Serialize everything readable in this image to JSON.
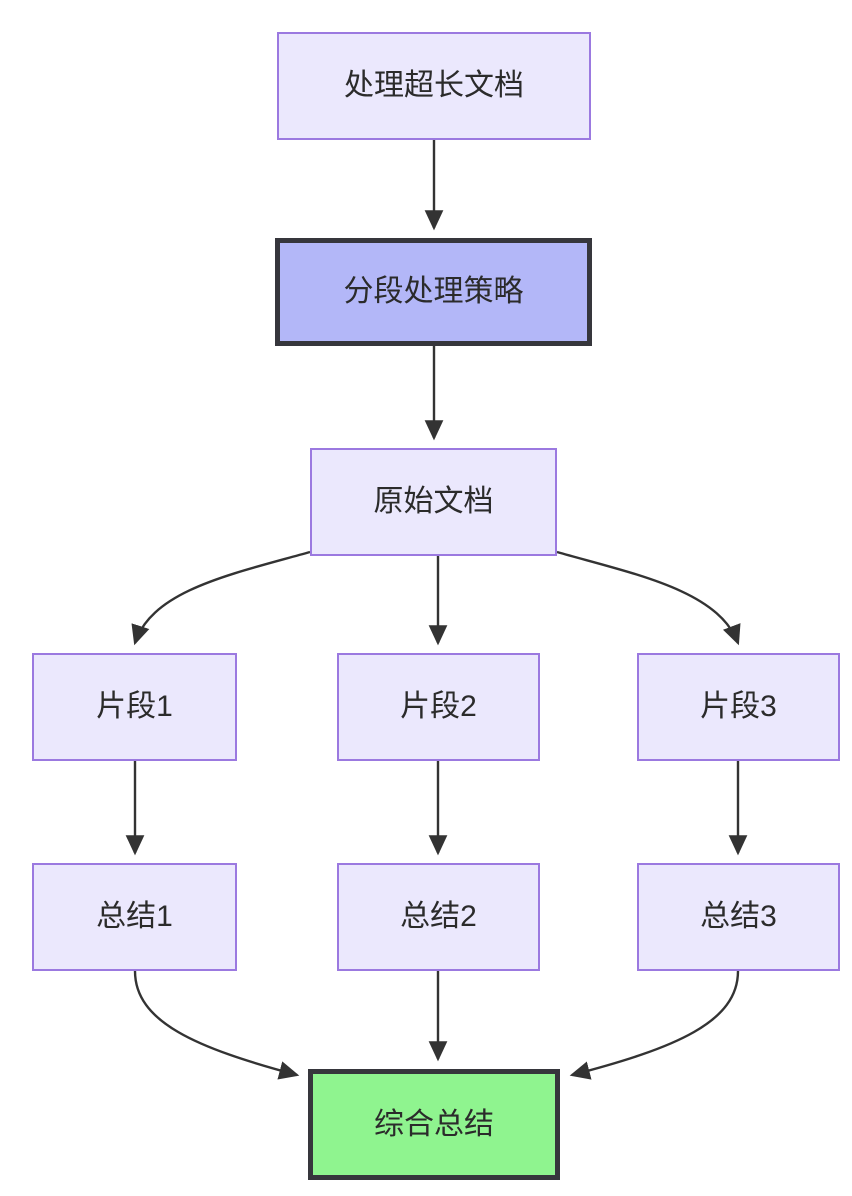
{
  "diagram": {
    "type": "flowchart",
    "direction": "top-down",
    "background_color": "#ffffff",
    "node_fill_default": "#ebe8fd",
    "node_border_default": "#9b79e0",
    "node_fill_highlight": "#b3b7f8",
    "node_fill_result": "#8ff48f",
    "node_border_emphasis": "#36363c",
    "edge_color": "#333333",
    "nodes": [
      {
        "id": "doc",
        "label": "处理超长文档",
        "style": "normal"
      },
      {
        "id": "strategy",
        "label": "分段处理策略",
        "style": "highlight"
      },
      {
        "id": "source",
        "label": "原始文档",
        "style": "normal"
      },
      {
        "id": "chunk1",
        "label": "片段1",
        "style": "normal"
      },
      {
        "id": "chunk2",
        "label": "片段2",
        "style": "normal"
      },
      {
        "id": "chunk3",
        "label": "片段3",
        "style": "normal"
      },
      {
        "id": "sum1",
        "label": "总结1",
        "style": "normal"
      },
      {
        "id": "sum2",
        "label": "总结2",
        "style": "normal"
      },
      {
        "id": "sum3",
        "label": "总结3",
        "style": "normal"
      },
      {
        "id": "final",
        "label": "综合总结",
        "style": "result"
      }
    ],
    "edges": [
      {
        "from": "doc",
        "to": "strategy"
      },
      {
        "from": "strategy",
        "to": "source"
      },
      {
        "from": "source",
        "to": "chunk1"
      },
      {
        "from": "source",
        "to": "chunk2"
      },
      {
        "from": "source",
        "to": "chunk3"
      },
      {
        "from": "chunk1",
        "to": "sum1"
      },
      {
        "from": "chunk2",
        "to": "sum2"
      },
      {
        "from": "chunk3",
        "to": "sum3"
      },
      {
        "from": "sum1",
        "to": "final"
      },
      {
        "from": "sum2",
        "to": "final"
      },
      {
        "from": "sum3",
        "to": "final"
      }
    ]
  }
}
